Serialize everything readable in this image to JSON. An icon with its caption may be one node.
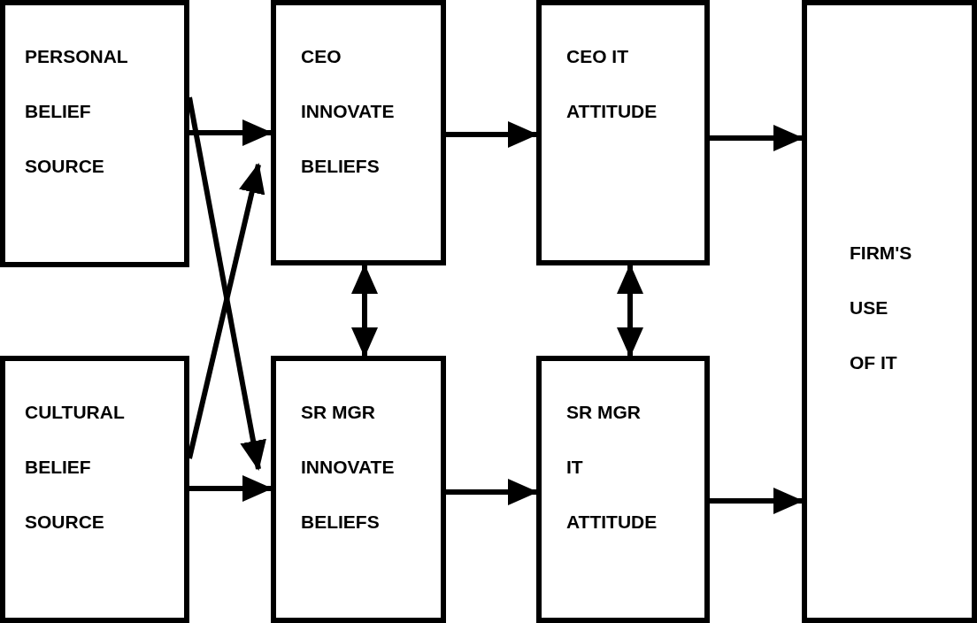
{
  "diagram": {
    "nodes": [
      {
        "text": [
          "PERSONAL BELIEF SOURCE"
        ]
      },
      {
        "text": [
          "CEO INNOVATE BELIEFS"
        ]
      },
      {
        "text": [
          "CEO IT ATTITUDE"
        ]
      },
      {
        "text": [
          "FIRM'S USE OF IT"
        ]
      },
      {
        "text": [
          "CULTURAL BELIEF SOURCE"
        ]
      },
      {
        "text": [
          "SR MGR INNOVATE BELIEFS"
        ]
      },
      {
        "text": [
          "SR MGR IT ATTITUDE"
        ]
      }
    ],
    "edges": [
      {
        "from": 0,
        "to": 1,
        "arrow": "to"
      },
      {
        "from": 0,
        "to": 5,
        "arrow": "to"
      },
      {
        "from": 4,
        "to": 1,
        "arrow": "to"
      },
      {
        "from": 4,
        "to": 5,
        "arrow": "to"
      },
      {
        "from": 1,
        "to": 5,
        "arrow": "both"
      },
      {
        "from": 1,
        "to": 2,
        "arrow": "to"
      },
      {
        "from": 5,
        "to": 6,
        "arrow": "to"
      },
      {
        "from": 2,
        "to": 6,
        "arrow": "both"
      },
      {
        "from": 2,
        "to": 3,
        "arrow": "to"
      },
      {
        "from": 6,
        "to": 3,
        "arrow": "to"
      }
    ]
  }
}
